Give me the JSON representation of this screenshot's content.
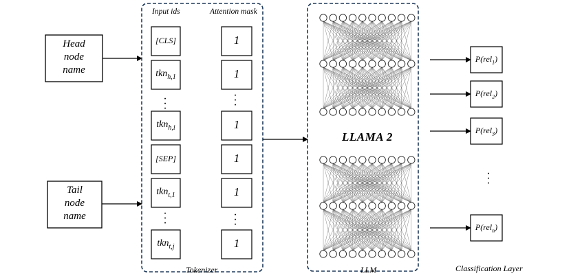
{
  "inputs": {
    "head": [
      "Head",
      "node",
      "name"
    ],
    "tail": [
      "Tail",
      "node",
      "name"
    ]
  },
  "tokenizer": {
    "input_ids_header": "Input ids",
    "attention_mask_header": "Attention mask",
    "caption": "Tokenizer",
    "tokens": [
      {
        "base": "[CLS]",
        "sub": ""
      },
      {
        "base": "tkn",
        "sub": "h,1"
      },
      {
        "base": "tkn",
        "sub": "h,i"
      },
      {
        "base": "[SEP]",
        "sub": ""
      },
      {
        "base": "tkn",
        "sub": "t,1"
      },
      {
        "base": "tkn",
        "sub": "t,j"
      }
    ],
    "mask_value": "1"
  },
  "llm": {
    "model_name": "LLAMA 2",
    "caption": "LLM"
  },
  "classification": {
    "caption": "Classification Layer",
    "outputs": [
      {
        "base": "P(rel",
        "sub": "1",
        "close": ")"
      },
      {
        "base": "P(rel",
        "sub": "2",
        "close": ")"
      },
      {
        "base": "P(rel",
        "sub": "3",
        "close": ")"
      },
      {
        "base": "P(rel",
        "sub": "n",
        "close": ")"
      }
    ]
  }
}
